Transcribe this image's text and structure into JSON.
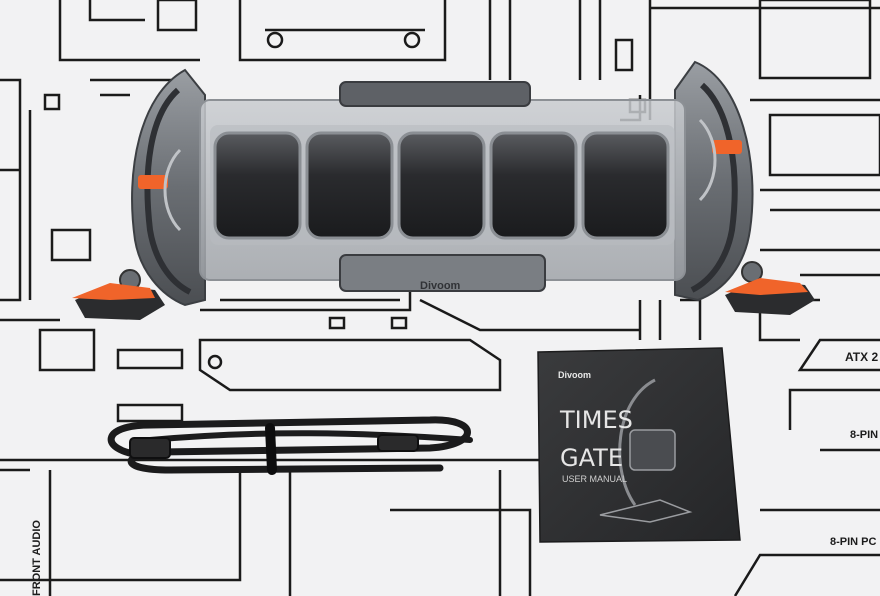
{
  "labels": {
    "atx": "ATX 2",
    "eight_pin": "8-PIN",
    "eight_pin_pc": "8-PIN PC",
    "front_audio": "FRONT AUDIO"
  },
  "booklet": {
    "brand": "Divoom",
    "title_line1": "TIMES",
    "title_line2": "GATE",
    "subtitle": "USER MANUAL"
  },
  "device": {
    "logo": "Divoom",
    "screens": 5
  },
  "colors": {
    "mat": "#f2f2f3",
    "mat_lines": "#1a1a1a",
    "accent_orange": "#f0642a",
    "device_gray": "#6b6f74",
    "booklet": "#2d2e30"
  }
}
